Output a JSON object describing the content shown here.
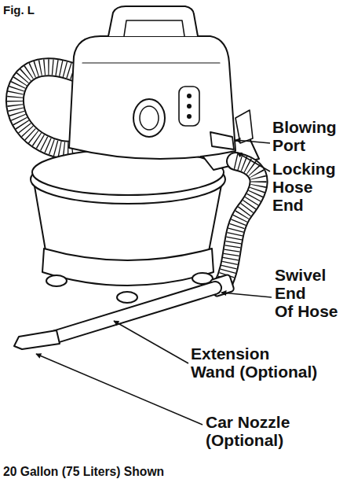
{
  "diagram": {
    "title": "Fig. L",
    "caption": "20 Gallon (75 Liters) Shown",
    "labels": [
      "Blowing Port",
      "Locking Hose End",
      "Swivel End Of Hose",
      "Extension Wand (Optional)",
      "Car Nozzle (Optional)"
    ]
  }
}
